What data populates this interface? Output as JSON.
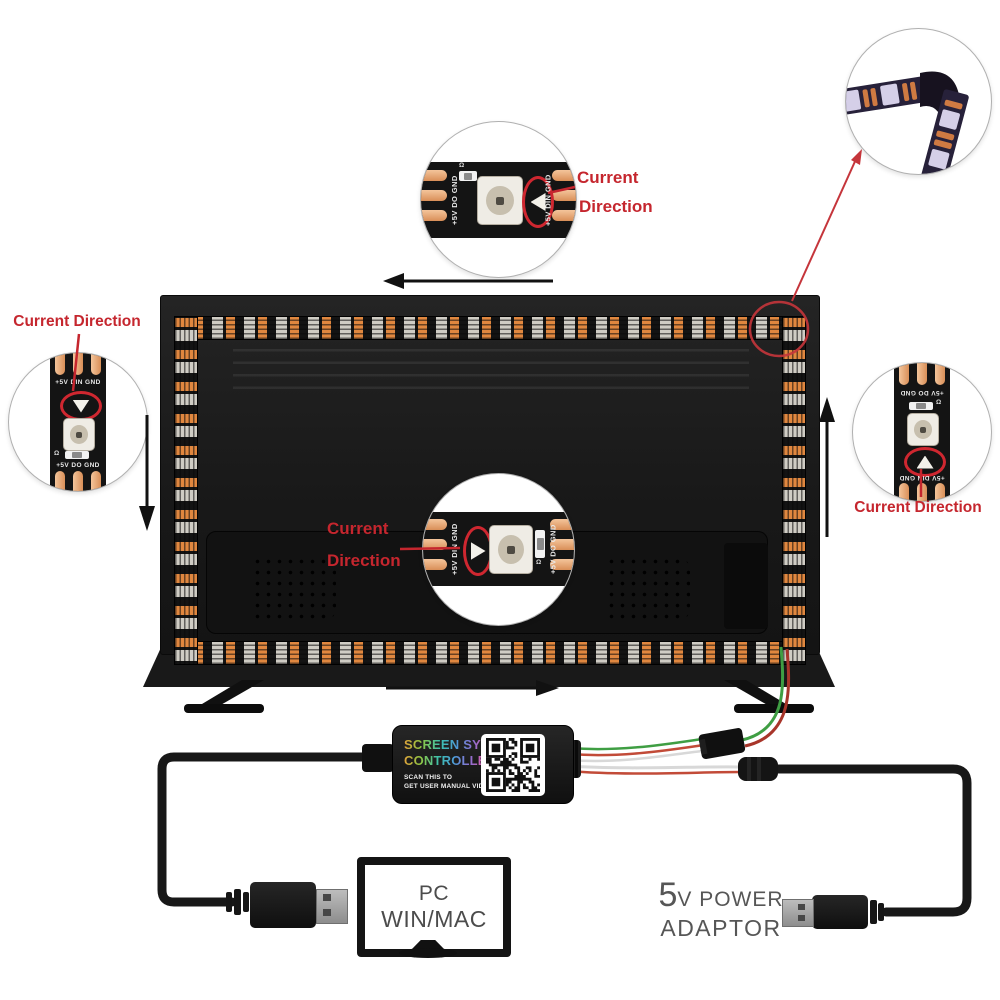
{
  "callouts": {
    "top": {
      "pcb_left_label": "+5V DO GND",
      "pcb_right_label": "+5V DIN GND",
      "ohm": "Ω",
      "caption_line1": "Current",
      "caption_line2": "Direction"
    },
    "center": {
      "pcb_left_label": "+5V DIN GND",
      "pcb_right_label": "+5V DO GND",
      "ohm": "Ω",
      "caption_line1": "Current",
      "caption_line2": "Direction"
    },
    "left": {
      "pcb_top_label": "+5V DIN GND",
      "pcb_bottom_label": "+5V DO GND",
      "ohm": "Ω",
      "caption": "Current Direction"
    },
    "right": {
      "pcb_top_label": "+5V DO GND",
      "pcb_bottom_label": "+5V DIN GND",
      "ohm": "Ω",
      "caption": "Current Direction"
    }
  },
  "controller": {
    "title_line1": "SCREEN SYNC",
    "title_line2": "CONTROLLER",
    "note_line1": "SCAN THIS TO",
    "note_line2": "GET USER MANUAL VIDEO"
  },
  "pc": {
    "line1": "PC",
    "line2": "WIN/MAC"
  },
  "power": {
    "digit": "5",
    "rest": "V POWER",
    "line2": "ADAPTOR"
  },
  "icons": {
    "flow_arrow_top": "←",
    "flow_arrow_left": "↓",
    "flow_arrow_right": "↑",
    "flow_arrow_bottom": "→",
    "usb_plug": "usb-a-connector",
    "qr_code": "qr-code",
    "bent_strip": "led-strip-corner-fold"
  },
  "colors": {
    "annotation_red": "#c5262e",
    "wire_green": "#3f9e43",
    "wire_red": "#c24b38",
    "wire_white": "#d8d8d8",
    "pad_copper": "#e0873f",
    "strip_black": "#131313",
    "tv_black": "#1b1b1b"
  }
}
